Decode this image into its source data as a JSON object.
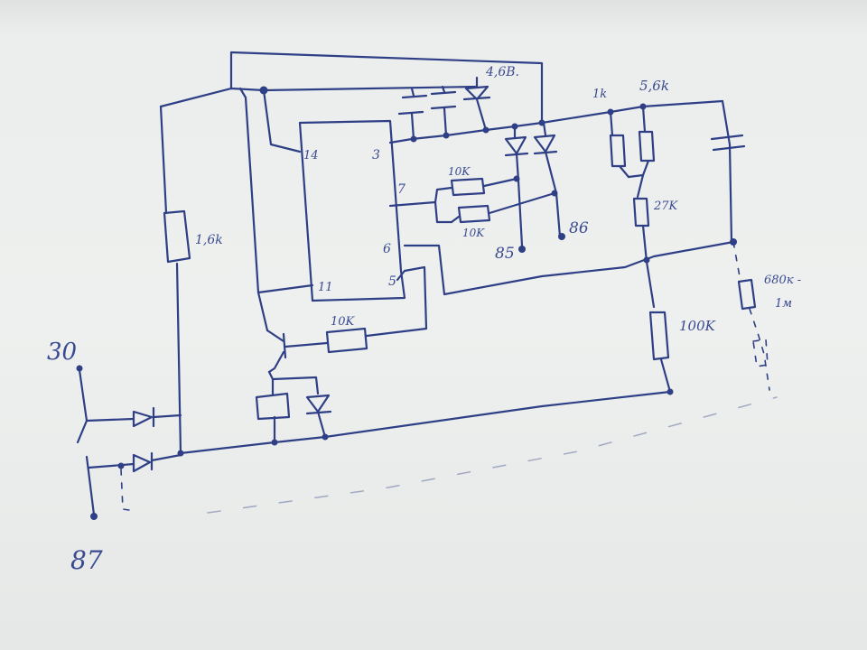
{
  "schematic": {
    "terminals": {
      "t30": "30",
      "t87": "87",
      "t85": "85",
      "t86": "86"
    },
    "chip_pins": {
      "p14": "14",
      "p3": "3",
      "p7": "7",
      "p6": "6",
      "p11": "11",
      "p5": "5"
    },
    "components": {
      "r_1_6k": "1,6k",
      "r_10k_top": "10K",
      "r_10k_mid": "10K",
      "r_10k_base": "10K",
      "r_1k": "1k",
      "r_5_6k": "5,6k",
      "r_27k": "27K",
      "r_100k": "100K",
      "zener_4_6v": "4,6B.",
      "r_680k_a": "680к -",
      "r_680k_b": "1м"
    },
    "stroke_color": "#2e3f86",
    "paper_color": "#eceeed"
  }
}
